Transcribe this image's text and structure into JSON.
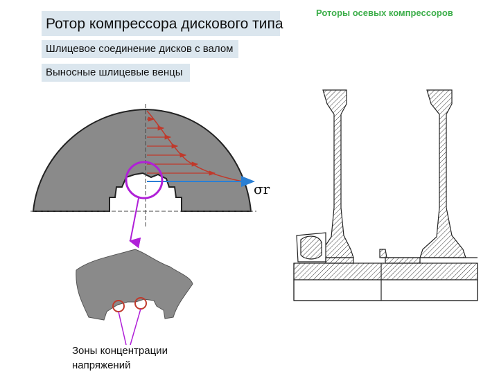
{
  "header": {
    "title": "Ротор компрессора дискового типа",
    "slide_label": "Роторы осевых компрессоров"
  },
  "bullets": [
    "Шлицевое соединение дисков с валом",
    "Выносные шлицевые венцы"
  ],
  "diagram": {
    "stress_symbol": "σr",
    "annotation_line1": "Зоны концентрации",
    "annotation_line2": "напряжений"
  },
  "colors": {
    "label_bg": "#dbe6ee",
    "accent_green": "#3cae4a",
    "disk_fill": "#8a8a8a",
    "stress_red": "#c0392b",
    "highlight_magenta": "#b020d8",
    "arrow_blue": "#2a7fd4"
  }
}
